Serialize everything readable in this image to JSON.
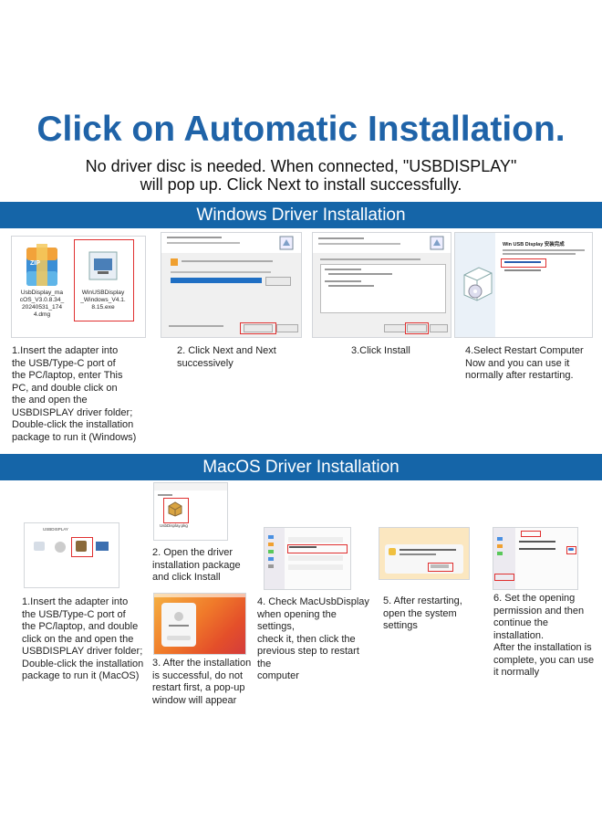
{
  "header": {
    "title": "Click on Automatic Installation.",
    "subtitle_line1": "No driver disc is needed. When connected, \"USBDISPLAY\"",
    "subtitle_line2": "will pop up. Click Next to install successfully."
  },
  "windows": {
    "section_title": "Windows Driver Installation",
    "files": [
      {
        "name": "UsbDisplay_macOS_V3.0.8.34_20240531_1744.dmg",
        "lines": [
          "UsbDisplay_ma",
          "cOS_V3.0.8.34_",
          "20240531_174",
          "4.dmg"
        ]
      },
      {
        "name": "WinUSBDisplay_Windows_V4.1.8.15.exe",
        "lines": [
          "WinUSBDisplay",
          "_Windows_V4.1.",
          "8.15.exe"
        ]
      }
    ],
    "archive_label": "ZIP",
    "steps": [
      {
        "lines": [
          "1.Insert the adapter into",
          "the USB/Type-C port of",
          "the PC/laptop, enter This",
          "PC, and double click on",
          "the and open the",
          "USBDISPLAY driver folder;",
          "Double-click the installation",
          "package to run it (Windows)"
        ]
      },
      {
        "lines": [
          "2. Click Next and Next",
          "successively"
        ]
      },
      {
        "lines": [
          "3.Click Install"
        ]
      },
      {
        "lines": [
          "4.Select Restart Computer",
          "Now and you can use it",
          "normally after restarting."
        ]
      }
    ],
    "dialog_finish_title": "Win USB Display 安装完成"
  },
  "mac": {
    "section_title": "MacOS Driver Installation",
    "window_title": "USBDISPLAY",
    "pkg_name": "UsbDisplay.pkg",
    "steps": [
      {
        "lines": [
          "1.Insert the adapter into",
          "the USB/Type-C port of",
          "the PC/laptop, and double",
          "click on the and open the",
          "USBDISPLAY driver folder;",
          "Double-click the installation",
          "package to run it (MacOS)"
        ]
      },
      {
        "lines": [
          "2. Open the driver",
          "installation package",
          "and click Install"
        ]
      },
      {
        "lines": [
          "3. After the installation",
          "is successful, do not",
          "restart first, a pop-up",
          "window will appear"
        ]
      },
      {
        "lines": [
          "4. Check MacUsbDisplay",
          "when opening the settings,",
          "check it, then click the",
          "previous step to restart the",
          "computer"
        ]
      },
      {
        "lines": [
          "5. After restarting,",
          "open the system",
          "settings"
        ]
      },
      {
        "lines": [
          "6. Set the opening",
          "permission and then",
          "continue the installation.",
          "After the installation is",
          "complete, you can use",
          "it normally"
        ]
      }
    ]
  },
  "colors": {
    "brand_blue": "#1f63a8",
    "band_blue": "#1565a8",
    "highlight_red": "#e03030"
  }
}
